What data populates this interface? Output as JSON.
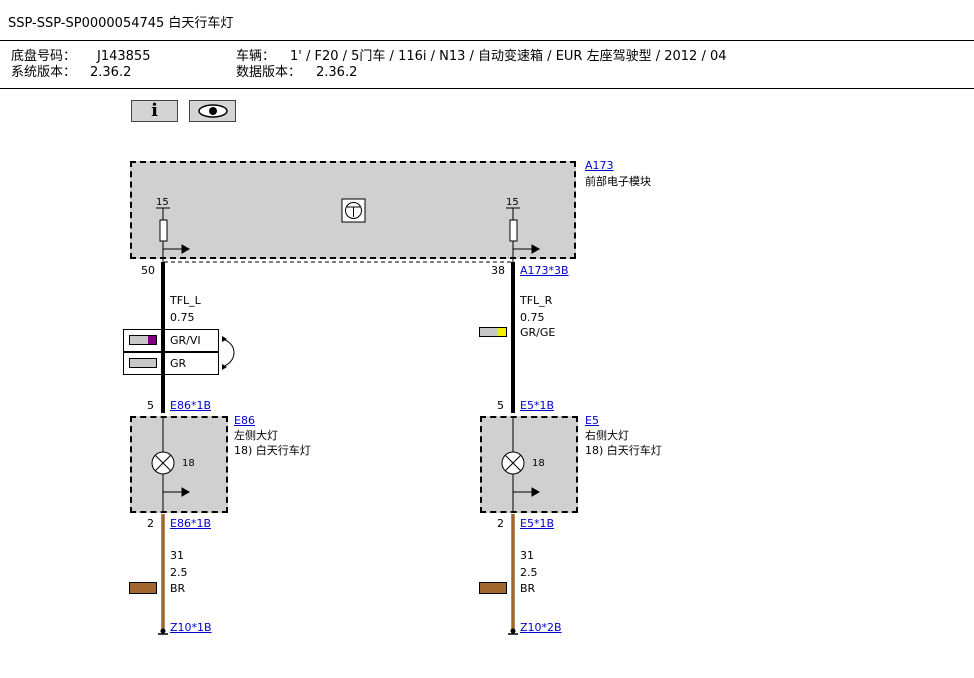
{
  "header": {
    "title": "SSP-SSP-SP0000054745 白天行车灯",
    "chassis_label": "底盘号码：",
    "chassis_value": "J143855",
    "vehicle_label": "车辆：",
    "vehicle_value": "1' / F20 / 5门车 / 116i / N13 / 自动变速箱 / EUR 左座驾驶型 / 2012 / 04",
    "system_version_label": "系统版本：",
    "system_version_value": "2.36.2",
    "data_version_label": "数据版本：",
    "data_version_value": "2.36.2"
  },
  "toolbar": {
    "info_icon": "info-icon",
    "view_icon": "eye-icon"
  },
  "module_a173": {
    "id": "A173",
    "name": "前部电子模块",
    "left_pin_label": "15",
    "right_pin_label": "15"
  },
  "wires": {
    "left": {
      "pin_top": "50",
      "name": "TFL_L",
      "size": "0.75",
      "color_option_1": "GR/VI",
      "color_option_2": "GR",
      "pin_bottom": "5",
      "connector_bottom": "E86*1B"
    },
    "right": {
      "pin_top": "38",
      "connector_top": "A173*3B",
      "name": "TFL_R",
      "size": "0.75",
      "color": "GR/GE",
      "pin_bottom": "5",
      "connector_bottom": "E5*1B"
    }
  },
  "lamp_left": {
    "id": "E86",
    "name": "左侧大灯",
    "function": "18)  白天行车灯",
    "pin_label": "18"
  },
  "lamp_right": {
    "id": "E5",
    "name": "右侧大灯",
    "function": "18)  白天行车灯",
    "pin_label": "18"
  },
  "ground_left": {
    "pin": "2",
    "connector": "E86*1B",
    "name": "31",
    "size": "2.5",
    "color": "BR",
    "ground_point": "Z10*1B"
  },
  "ground_right": {
    "pin": "2",
    "connector": "E5*1B",
    "name": "31",
    "size": "2.5",
    "color": "BR",
    "ground_point": "Z10*2B"
  },
  "colors": {
    "gray": "#c8c8c8",
    "violet": "#800080",
    "yellow": "#f0f000",
    "brown": "#a0662e",
    "link": "#0000cc"
  }
}
